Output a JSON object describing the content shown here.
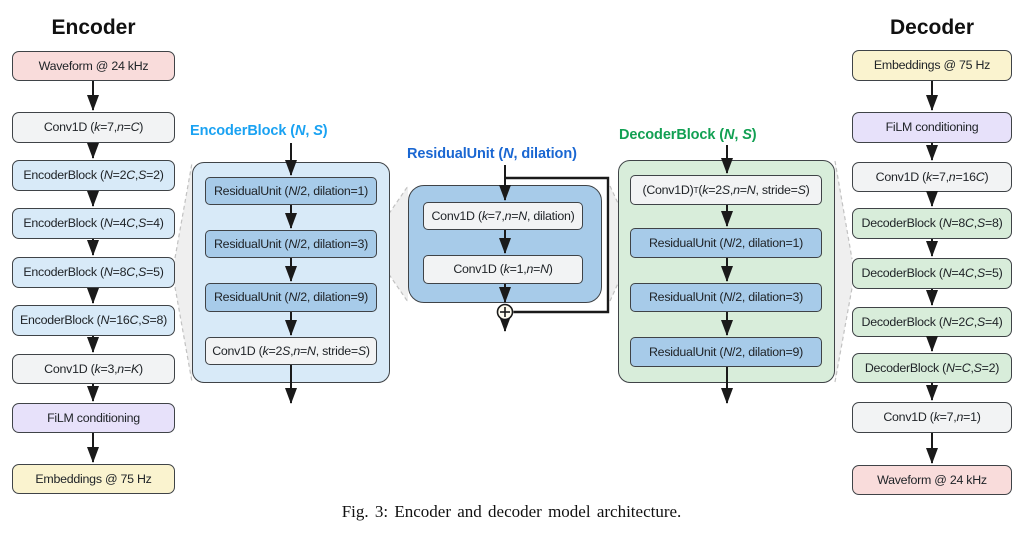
{
  "figure": {
    "caption": "Fig. 3: Encoder and decoder model architecture."
  },
  "colors": {
    "pink": "#f9dcdb",
    "gray": "#f2f3f4",
    "light_blue": "#d8eaf8",
    "medium_blue": "#a7cbe9",
    "green": "#d8edda",
    "purple": "#e7e1fa",
    "yellow": "#faf3cf",
    "encoder_label_blue": "#1aa2f2",
    "residual_label_blue": "#1a67d2",
    "decoder_label_green": "#12a053",
    "border_dark": "#3f4347",
    "arrow_black": "#1a1a1a",
    "fan_gray": "#efefef",
    "sum_node_fill": "#fffdf0"
  },
  "encoder": {
    "title": "Encoder",
    "boxes": [
      {
        "label": "Waveform @ 24 kHz"
      },
      {
        "label": "Conv1D (k=7, n=C)"
      },
      {
        "label": "EncoderBlock (N=2C, S=2)"
      },
      {
        "label": "EncoderBlock (N=4C, S=4)"
      },
      {
        "label": "EncoderBlock (N=8C, S=5)"
      },
      {
        "label": "EncoderBlock (N=16C, S=8)"
      },
      {
        "label": "Conv1D (k=3, n=K)"
      },
      {
        "label": "FiLM conditioning"
      },
      {
        "label": "Embeddings @ 75 Hz"
      }
    ]
  },
  "encoder_block": {
    "label": "EncoderBlock (N, S)",
    "boxes": [
      "ResidualUnit (N/2, dilation=1)",
      "ResidualUnit (N/2, dilation=3)",
      "ResidualUnit (N/2, dilation=9)",
      "Conv1D (k=2S, n=N, stride=S)"
    ]
  },
  "residual_unit": {
    "label": "ResidualUnit (N, dilation)",
    "boxes": [
      "Conv1D (k=7, n=N, dilation)",
      "Conv1D (k=1, n=N)"
    ],
    "sum_symbol": "⊕"
  },
  "decoder_block": {
    "label": "DecoderBlock (N, S)",
    "boxes": [
      "(Conv1D)^T (k=2S, n=N, stride=S)",
      "ResidualUnit (N/2, dilation=1)",
      "ResidualUnit (N/2, dilation=3)",
      "ResidualUnit (N/2, dilation=9)"
    ]
  },
  "decoder": {
    "title": "Decoder",
    "boxes": [
      {
        "label": "Embeddings @ 75 Hz"
      },
      {
        "label": "FiLM conditioning"
      },
      {
        "label": "Conv1D (k=7, n=16C)"
      },
      {
        "label": "DecoderBlock (N=8C, S=8)"
      },
      {
        "label": "DecoderBlock (N=4C, S=5)"
      },
      {
        "label": "DecoderBlock (N=2C, S=4)"
      },
      {
        "label": "DecoderBlock (N=C, S=2)"
      },
      {
        "label": "Conv1D (k=7, n=1)"
      },
      {
        "label": "Waveform @ 24 kHz"
      }
    ]
  }
}
